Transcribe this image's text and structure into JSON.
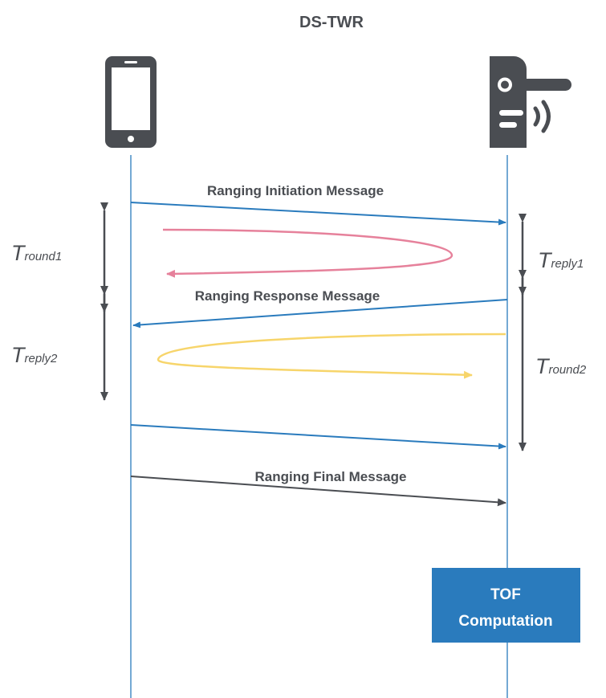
{
  "title": "DS-TWR",
  "messages": {
    "initiation": "Ranging Initiation Message",
    "response": "Ranging Response Message",
    "final": "Ranging Final Message"
  },
  "intervals": {
    "round1": {
      "main": "T",
      "sub": "round1"
    },
    "reply1": {
      "main": "T",
      "sub": "reply1"
    },
    "reply2": {
      "main": "T",
      "sub": "reply2"
    },
    "round2": {
      "main": "T",
      "sub": "round2"
    }
  },
  "computation_box": {
    "line1": "TOF",
    "line2": "Computation"
  },
  "colors": {
    "message_arrow": "#2a7bbd",
    "lifeline": "#2a7bbd",
    "interval_arrow": "#4a4d52",
    "reply1_loop": "#e6819b",
    "reply2_loop": "#f7d56b",
    "final_arrow": "#4a4d52",
    "box_fill": "#2a7bbd",
    "icon": "#4a4d52"
  },
  "icons": {
    "left_device": "smartphone-icon",
    "right_device": "smart-lock-icon"
  }
}
